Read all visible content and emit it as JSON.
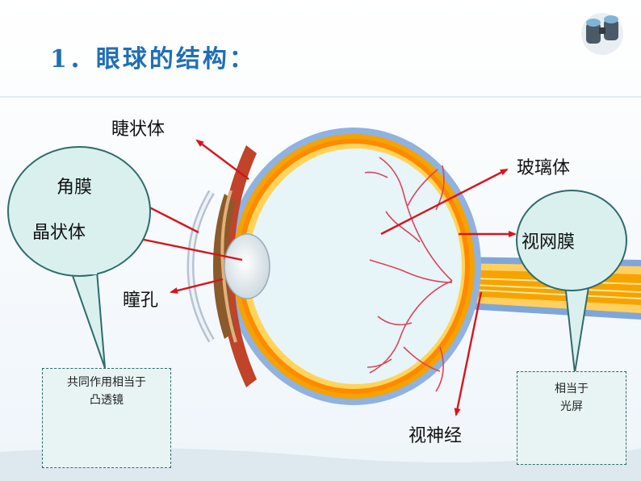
{
  "title": "1．眼球的结构：",
  "labels": {
    "ciliary_body": "睫状体",
    "cornea": "角膜",
    "lens": "晶状体",
    "pupil": "瞳孔",
    "vitreous": "玻璃体",
    "retina": "视网膜",
    "optic_nerve": "视神经"
  },
  "notes": {
    "left": {
      "line1": "共同作用相当于",
      "line2": "凸透镜"
    },
    "right": {
      "line1": "相当于",
      "line2": "光屏"
    }
  },
  "colors": {
    "title": "#1f6fb6",
    "arrow": "#d8141c",
    "bubble_fill": "#d9f0ee",
    "bubble_stroke": "#2f6b6b"
  }
}
